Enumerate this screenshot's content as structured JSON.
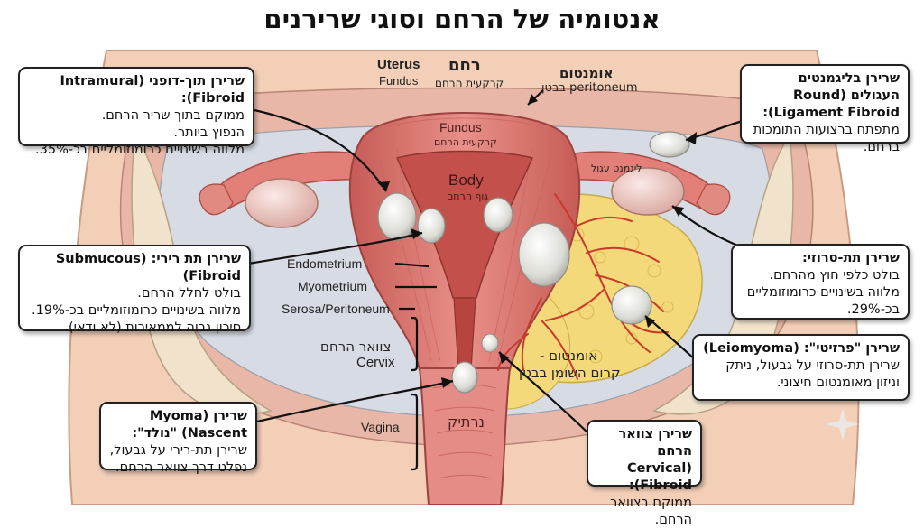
{
  "title": "אנטומיה של הרחם וסוגי שרירנים",
  "callouts": {
    "intramural": {
      "heading": "שרירן תוך-דופני (Intramural Fibroid):",
      "lines": [
        "ממוקם בתוך שריר הרחם.",
        "הנפוץ ביותר.",
        "מלווה בשינויים כרומוזומליים בכ-35%."
      ]
    },
    "round_ligament": {
      "heading": "שרירן בליגמנטים העגולים (Round Ligament Fibroid):",
      "lines": [
        "מתפתח ברצועות התומכות ברחם."
      ]
    },
    "submucous": {
      "heading": "שרירן תת רירי: (Submucous Fibroid)",
      "lines": [
        "בולט לחלל הרחם.",
        "מלווה בשינויים כרומוזומליים בכ-19%.",
        "סיכון גבוה לממאירות (לא ודאי)."
      ]
    },
    "subserosal": {
      "heading": "שרירן תת-סרוזי:",
      "lines": [
        "בולט כלפי חוץ מהרחם.",
        "מלווה בשינויים כרומוזומליים",
        "בכ-29%."
      ]
    },
    "parasitic": {
      "heading": "שרירן \"פרזיטי\": (Leiomyoma)",
      "lines": [
        "שרירן תת-סרוזי על גבעול, ניתק",
        "וניזון מאומנטום חיצוני."
      ]
    },
    "nascent": {
      "heading": "שרירן (Myoma Nascent) \"נולד\":",
      "lines": [
        "שרירן תת-רירי על גבעול,",
        "נפלט דרך צוואר הרחם."
      ]
    },
    "cervical": {
      "heading": "שרירן צוואר הרחם (Cervical Fibroid):",
      "lines": [
        "ממוקם בצוואר הרחם."
      ]
    }
  },
  "labels": {
    "uterus_en": "Uterus",
    "fundus_en_top": "Fundus",
    "uterus_he": "רחם",
    "fundus_he_top": "קרקעית הרחם",
    "omentum_he": "אומנטום",
    "peritoneum_en": "peritoneum בבטן",
    "fundus_en": "Fundus",
    "fundus_he": "קרקעית הרחם",
    "body_en": "Body",
    "body_he": "גוף הרחם",
    "round_ligament_he": "ליגמנט עגול",
    "endometrium": "Endometrium",
    "myometrium": "Myometrium",
    "serosa": "Serosa/Peritoneum",
    "cervix_he": "צוואר הרחם",
    "cervix_en": "Cervix",
    "omentum_lower_he1": "אומנטום -",
    "omentum_lower_he2": "קרום השומן בבטן",
    "vagina_en": "Vagina",
    "vagina_he": "נרתיק"
  },
  "colors": {
    "skin": "#f3cfb8",
    "muscle": "#d9726a",
    "muscle_dark": "#b8524e",
    "cavity": "#c4504c",
    "fibroid": "#ebebe8",
    "fat": "#f3d97a",
    "vessel": "#c93a2c",
    "box_border": "#222222"
  }
}
